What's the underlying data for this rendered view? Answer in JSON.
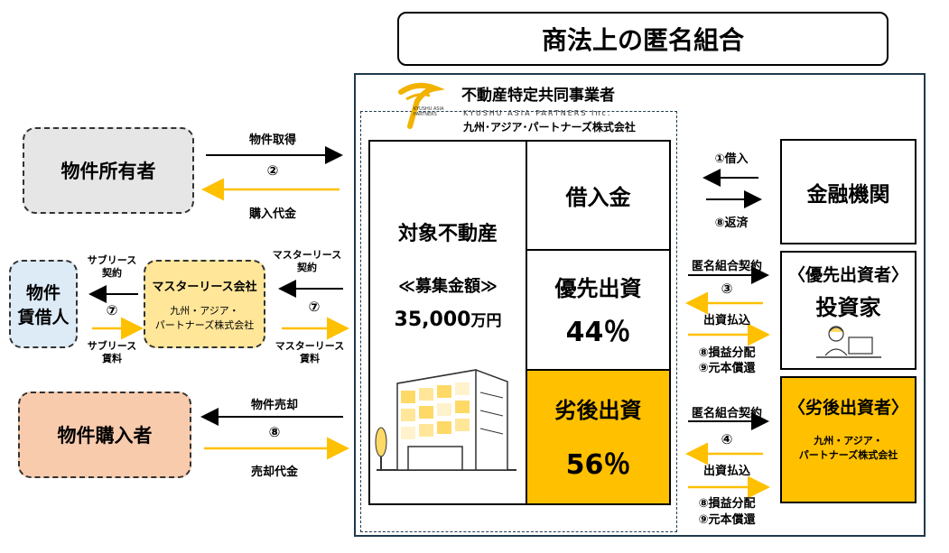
{
  "title": "商法上の匿名組合",
  "operator": {
    "heading": "不動産特定共同事業者",
    "logo_text": "KYUSHU ASIA PARTNERS",
    "company_en": "KYUSHU ASIA PARTNERS Inc.",
    "company_jp": "九州･アジア･パートナーズ株式会社"
  },
  "property": {
    "label": "対象不動産",
    "raise_label": "≪募集金額≫",
    "amount": "35,000",
    "unit": "万円"
  },
  "capital": {
    "loan": "借入金",
    "senior_label": "優先出資",
    "senior_pct": "44％",
    "junior_label": "劣後出資",
    "junior_pct": "56％"
  },
  "parties": {
    "owner": "物件所有者",
    "tenant_line1": "物件",
    "tenant_line2": "賃借人",
    "master_title": "マスターリース会社",
    "master_sub1": "九州・アジア・",
    "master_sub2": "パートナーズ株式会社",
    "buyer": "物件購入者",
    "bank": "金融機関",
    "senior_investor_title": "〈優先出資者〉",
    "senior_investor_sub": "投資家",
    "junior_investor_title": "〈劣後出資者〉",
    "junior_investor_sub1": "九州・アジア・",
    "junior_investor_sub2": "パートナーズ株式会社"
  },
  "flows": {
    "acquire": "物件取得",
    "acquire_num": "②",
    "purchase_price": "購入代金",
    "borrow": "①借入",
    "repay": "⑧返済",
    "sublease_contract": "サブリース\n契約",
    "sublease_num": "⑦",
    "sublease_rent": "サブリース\n賃料",
    "master_contract": "マスターリース\n契約",
    "master_num": "⑦",
    "master_rent": "マスターリース\n賃料",
    "sale": "物件売却",
    "sale_num": "⑧",
    "sale_price": "売却代金",
    "senior_contract": "匿名組合契約",
    "senior_num": "③",
    "senior_pay": "出資払込",
    "senior_dist": "⑧損益分配",
    "senior_principal": "⑨元本償還",
    "junior_contract": "匿名組合契約",
    "junior_num": "④",
    "junior_pay": "出資払込",
    "junior_dist": "⑧損益分配",
    "junior_principal": "⑨元本償還"
  },
  "colors": {
    "arrow_black": "#000000",
    "arrow_gold": "#ffc000",
    "owner_fill": "#e6e6e6",
    "tenant_fill": "#ddebf7",
    "master_fill": "#ffe699",
    "buyer_fill": "#f8cbad",
    "equity_fill": "#ffc000"
  }
}
